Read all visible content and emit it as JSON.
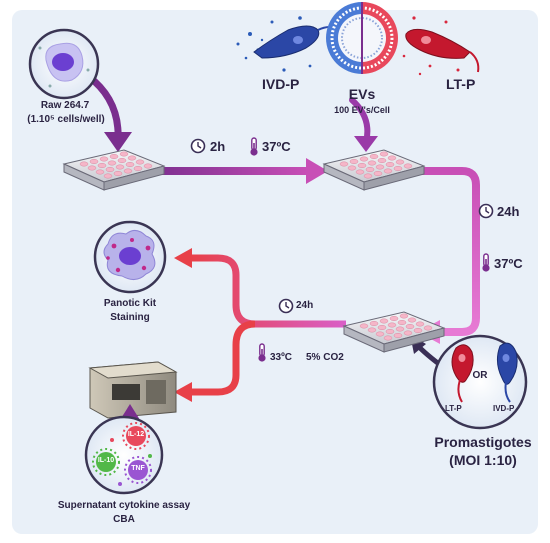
{
  "labels": {
    "raw_cells": "Raw 264.7",
    "cell_density": "(1.10⁵ cells/well)",
    "ivd_p_top": "IVD-P",
    "evs": "EVs",
    "ev_ratio": "100 EV's/Cell",
    "lt_p_top": "LT-P",
    "time_2h": "2h",
    "temp_37_top": "37ºC",
    "time_24h_right": "24h",
    "temp_37_right": "37ºC",
    "time_24h_mid": "24h",
    "temp_33": "33ºC",
    "co2": "5% CO2",
    "panotic_line1": "Panotic Kit",
    "panotic_line2": "Staining",
    "il12": "IL-12",
    "il10": "IL-10",
    "tnf": "TNF",
    "cba_line1": "Supernatant cytokine assay",
    "cba_line2": "CBA",
    "lt_p_bottom": "LT-P",
    "or": "OR",
    "ivd_p_bottom": "IVD-P",
    "promastigotes": "Promastigotes",
    "moi": "(MOI 1:10)"
  },
  "colors": {
    "purple": "#7a2e8e",
    "magenta": "#d24bb4",
    "red": "#e84048",
    "blue": "#2b47a6",
    "crimson": "#c4182e",
    "text": "#2a2342"
  },
  "icons": [
    "clock-icon",
    "thermometer-icon",
    "macrophage-icon",
    "well-plate-icon",
    "flow-cytometer-icon"
  ]
}
